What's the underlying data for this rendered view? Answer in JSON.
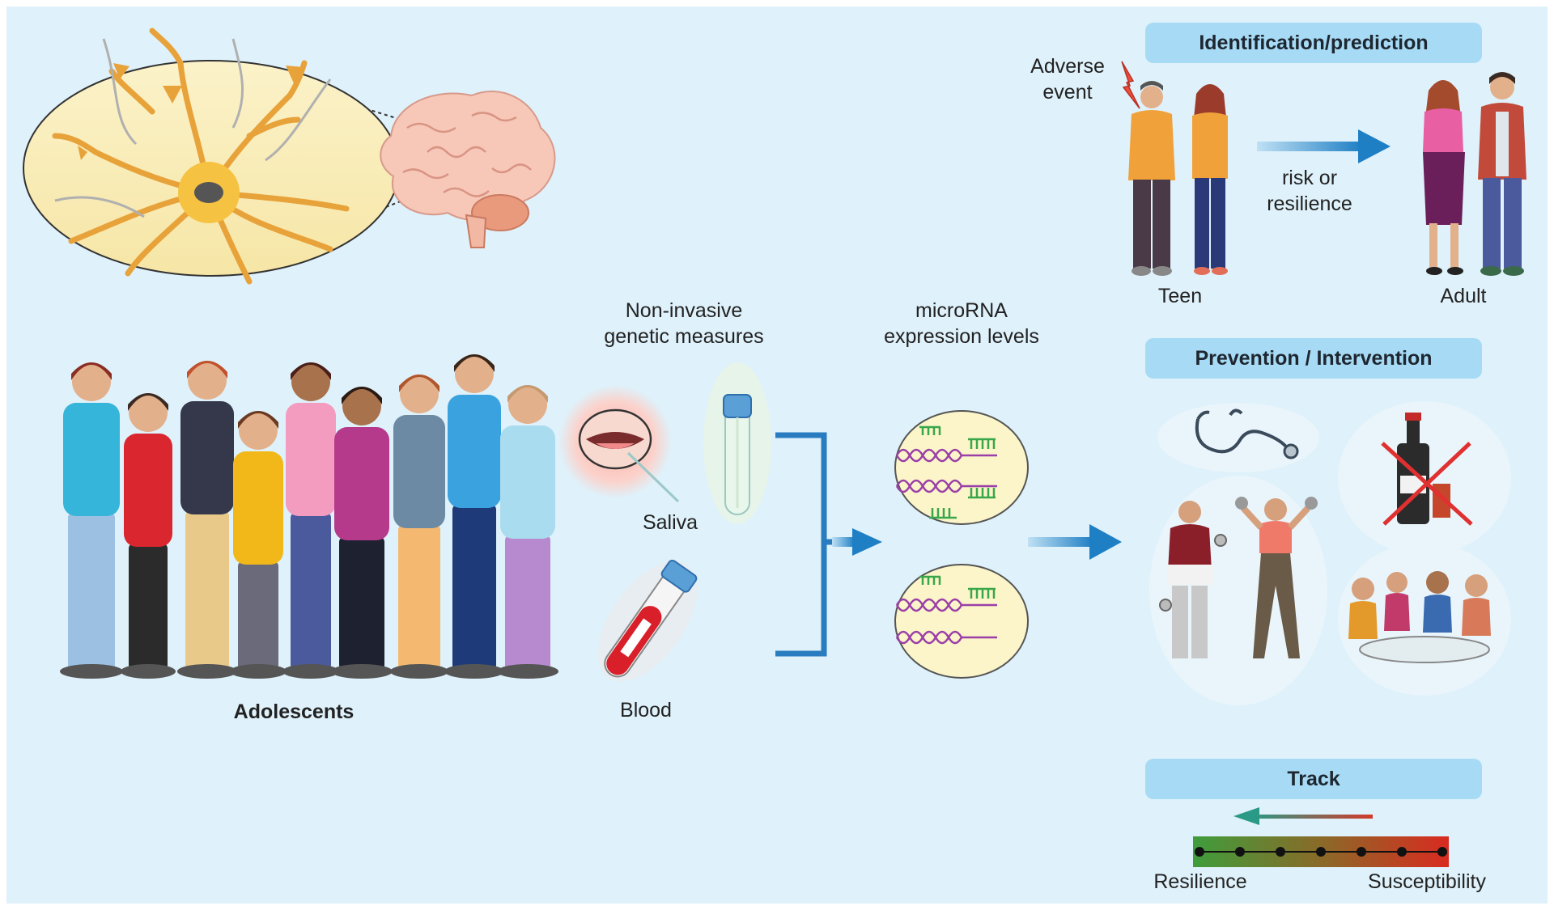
{
  "brain_panel": {
    "neuron_icon": "neuron-icon",
    "brain_icon": "brain-icon"
  },
  "adolescents": {
    "label": "Adolescents",
    "icon": "group-of-teenagers-icon"
  },
  "sampling": {
    "title_line1": "Non-invasive",
    "title_line2": "genetic measures",
    "saliva_label": "Saliva",
    "blood_label": "Blood"
  },
  "microrna": {
    "title_line1": "microRNA",
    "title_line2": "expression levels"
  },
  "identification": {
    "header": "Identification/prediction",
    "adverse_line1": "Adverse",
    "adverse_line2": "event",
    "risk_line1": "risk or",
    "risk_line2": "resilience",
    "teen_label": "Teen",
    "adult_label": "Adult"
  },
  "prevention": {
    "header": "Prevention / Intervention",
    "icons": [
      "stethoscope-icon",
      "no-alcohol-icon",
      "exercise-icon",
      "social-games-icon"
    ]
  },
  "track": {
    "header": "Track",
    "left_label": "Resilience",
    "right_label": "Susceptibility",
    "dot_count": 7
  },
  "colors": {
    "background": "#dff1fa",
    "header_pill": "#a7dbf5",
    "arrow_blue": "#1f7fc4",
    "bracket_blue": "#2a7cc1",
    "dna_purple": "#9b3fa8",
    "dna_green": "#3aa64a",
    "scale_green": "#3f9d3c",
    "scale_red": "#d92b20"
  }
}
